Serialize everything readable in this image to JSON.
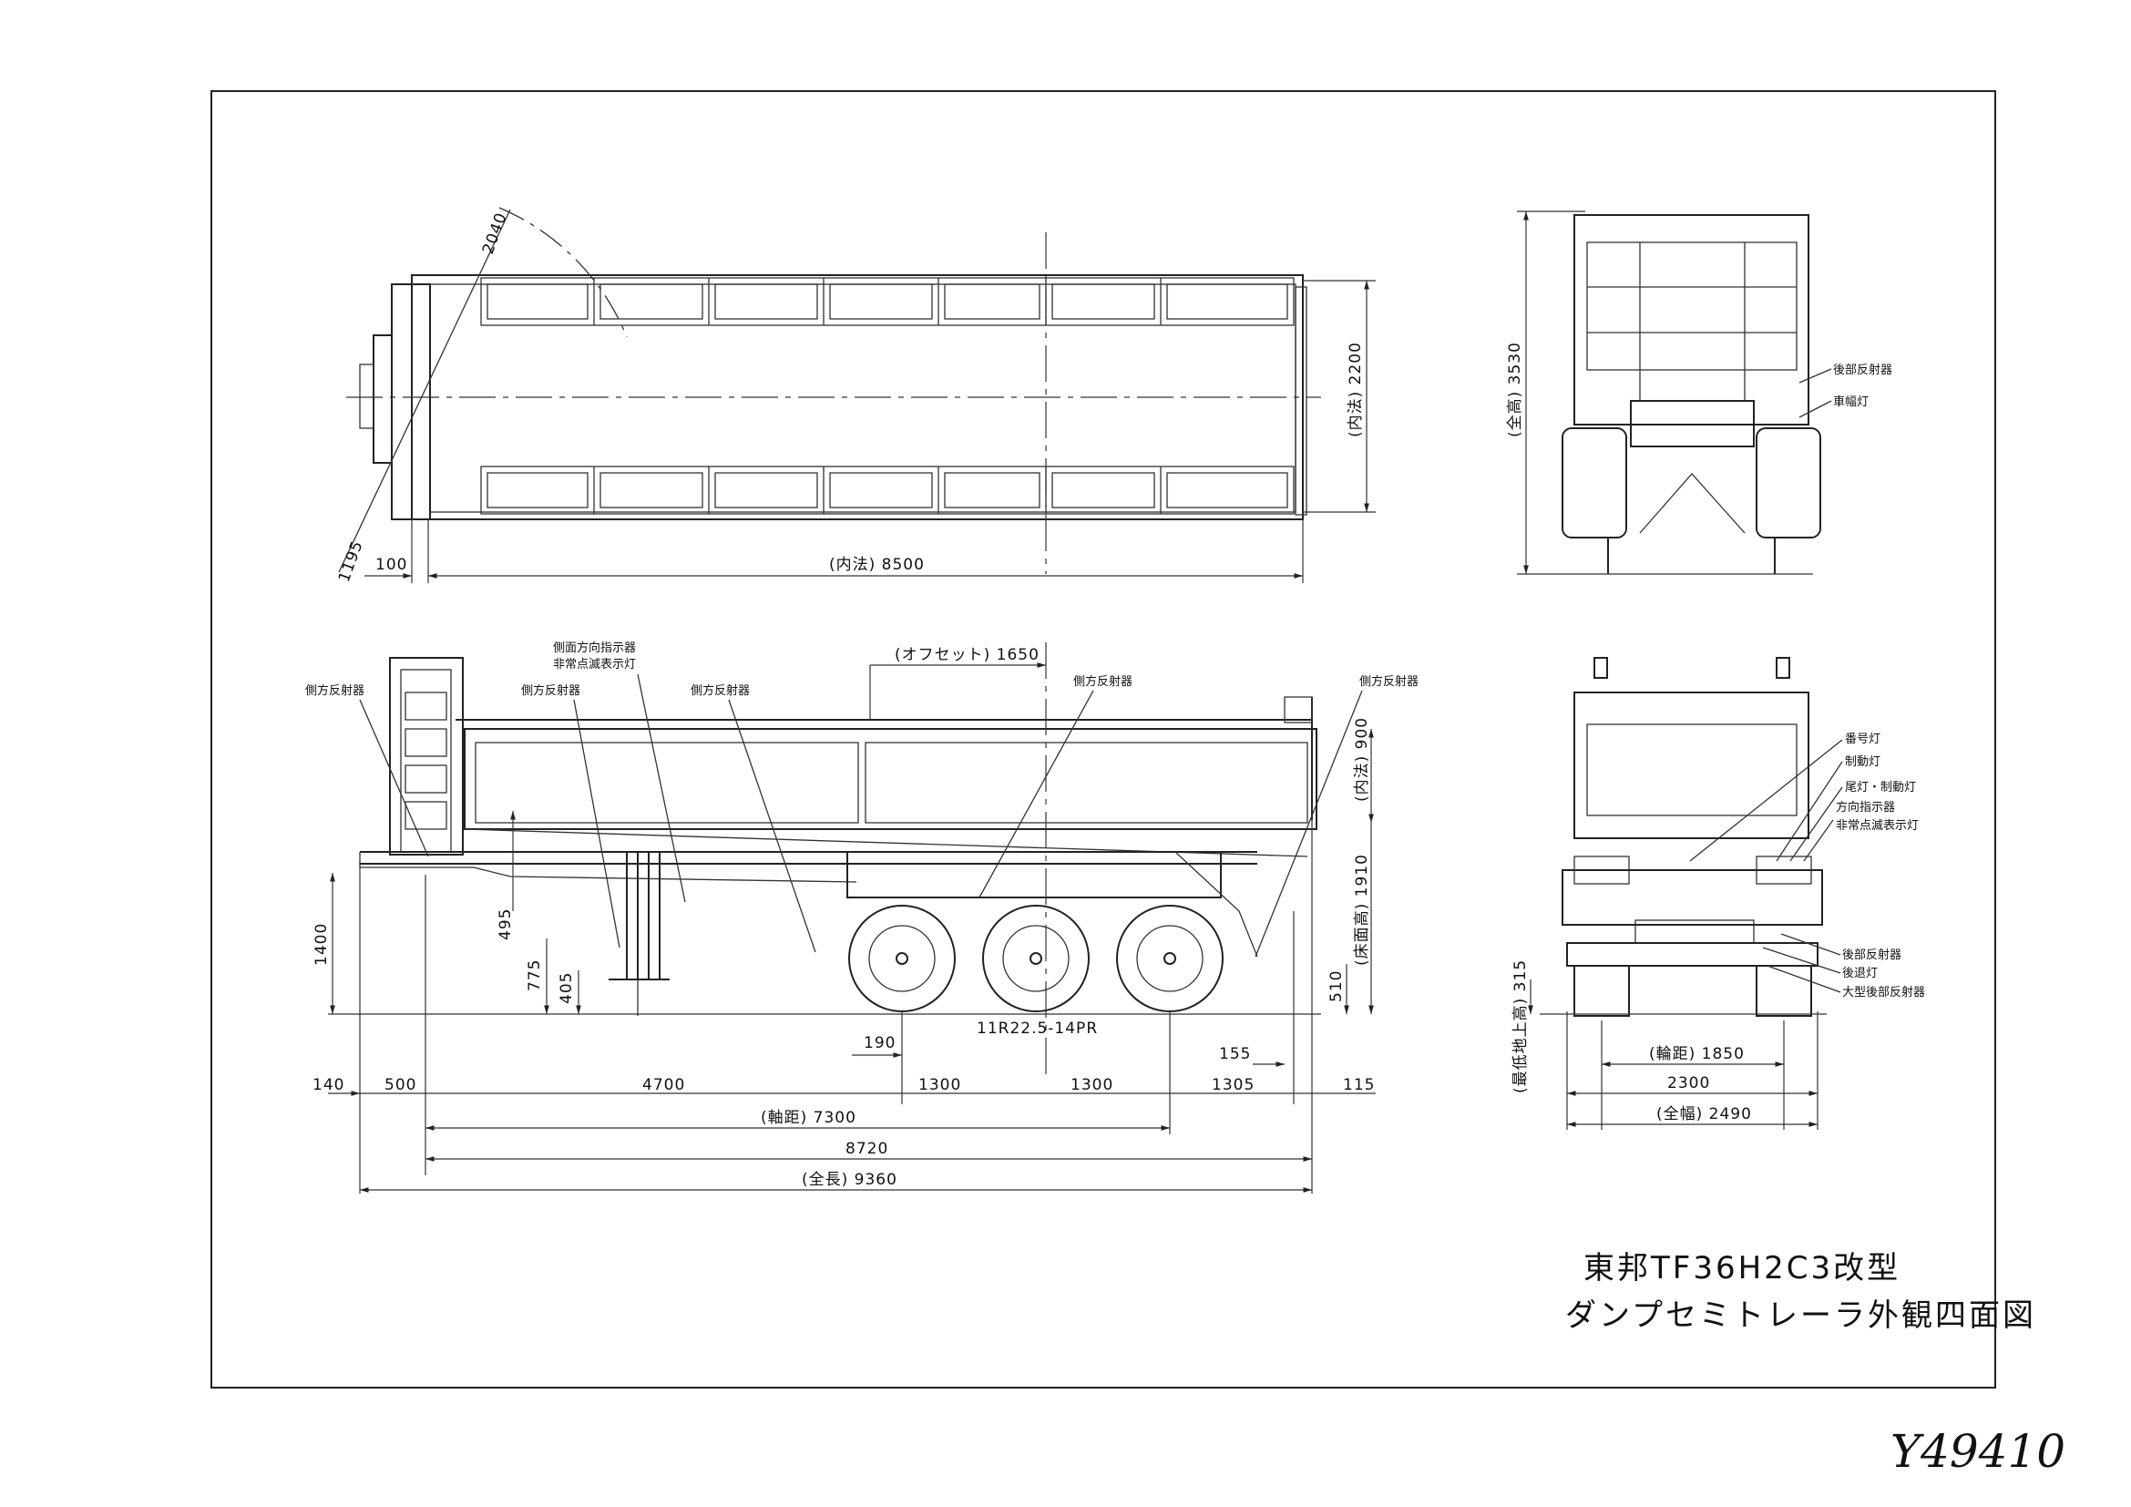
{
  "title": {
    "model": "東邦TF36H2C3改型",
    "name": "ダンプセミトレーラ外観四面図"
  },
  "handwritten_code": "Y49410",
  "plan_view": {
    "dims": {
      "inner_length": "(内法) 8500",
      "front_gap": "100",
      "inner_width": "(内法) 2200",
      "swing_radius": "2040",
      "pivot_offset": "1195"
    }
  },
  "side_view": {
    "labels": {
      "side_reflector_front": "側方反射器",
      "side_turn_indicator": "側面方向指示器",
      "hazard_lamp": "非常点滅表示灯",
      "side_reflector_2": "側方反射器",
      "side_reflector_3": "側方反射器",
      "side_reflector_4": "側方反射器",
      "side_reflector_rear": "側方反射器",
      "offset": "(オフセット) 1650"
    },
    "tire": "11R22.5-14PR",
    "dims": {
      "d140": "140",
      "d500": "500",
      "d4700": "4700",
      "d1300a": "1300",
      "d1300b": "1300",
      "d1305": "1305",
      "d115": "115",
      "wheelbase": "(軸距) 7300",
      "d8720": "8720",
      "overall_length": "(全長) 9360",
      "d190": "190",
      "d155": "155",
      "d1400": "1400",
      "d495": "495",
      "d775": "775",
      "d405": "405",
      "inner_height": "(内法) 900",
      "floor_height": "(床面高) 1910",
      "d510": "510"
    }
  },
  "rear_top_view": {
    "labels": {
      "rear_reflector": "後部反射器",
      "clearance_lamp": "車幅灯"
    },
    "dims": {
      "overall_height": "(全高) 3530"
    }
  },
  "rear_view": {
    "labels": {
      "plate_lamp": "番号灯",
      "brake_lamp": "制動灯",
      "tail_brake": "尾灯・制動灯",
      "turn_indicator": "方向指示器",
      "hazard": "非常点滅表示灯",
      "rear_reflector": "後部反射器",
      "reverse_lamp": "後退灯",
      "large_rear_reflector": "大型後部反射器"
    },
    "dims": {
      "track": "(輪距) 1850",
      "d2300": "2300",
      "overall_width": "(全幅) 2490",
      "ground_clearance": "(最低地上高) 315"
    }
  }
}
